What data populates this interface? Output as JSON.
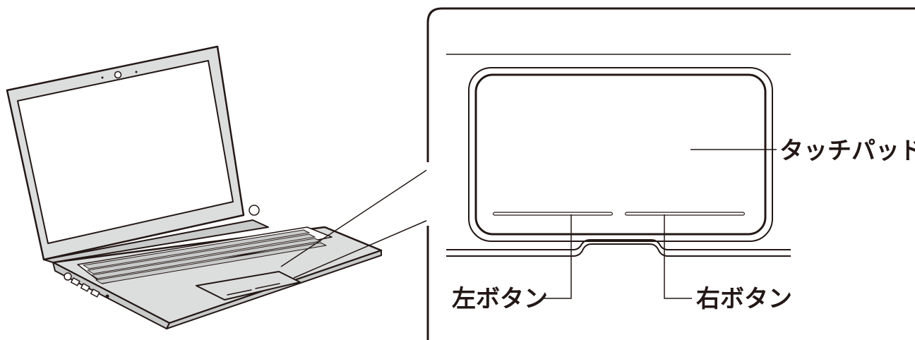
{
  "labels": {
    "touchpad": "タッチパッド",
    "left_button": "左ボタン",
    "right_button": "右ボタン"
  },
  "colors": {
    "line": "#231815",
    "laptop_body": "#dcdddd",
    "keys": "#c9caca",
    "screen": "#ffffff"
  }
}
